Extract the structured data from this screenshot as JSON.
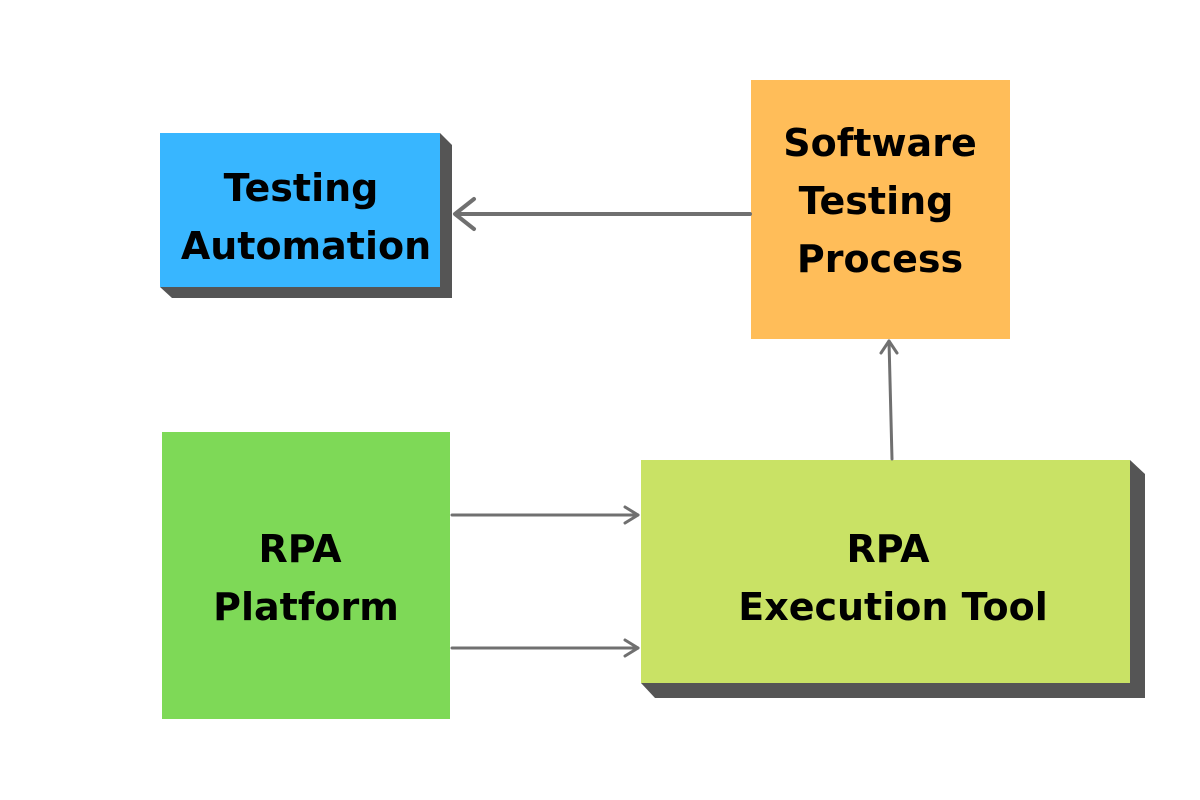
{
  "nodes": {
    "testing_automation": {
      "lines": [
        "Testing",
        "Automation"
      ],
      "color": "#38B6FF"
    },
    "software_testing_process": {
      "lines": [
        "Software",
        "Testing",
        "Process"
      ],
      "color": "#FFBD59"
    },
    "rpa_platform": {
      "lines": [
        "RPA",
        "Platform"
      ],
      "color": "#7ED957"
    },
    "rpa_execution_tool": {
      "lines": [
        "RPA",
        "Execution Tool"
      ],
      "color": "#C9E265"
    }
  },
  "edges": [
    {
      "from": "software_testing_process",
      "to": "testing_automation"
    },
    {
      "from": "rpa_execution_tool",
      "to": "software_testing_process"
    },
    {
      "from": "rpa_platform",
      "to": "rpa_execution_tool"
    },
    {
      "from": "rpa_platform",
      "to": "rpa_execution_tool"
    }
  ],
  "colors": {
    "connector": "#707070",
    "shadow": "#555555"
  }
}
